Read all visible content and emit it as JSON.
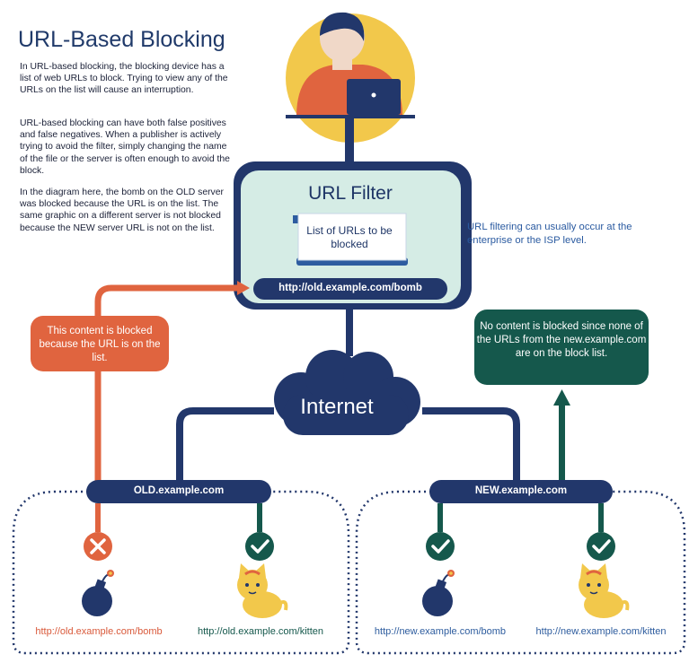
{
  "title": "URL-Based Blocking",
  "intro": {
    "p1": "In URL-based blocking, the blocking device has a list of web URLs to block. Trying to view any of the URLs on the list will cause an interruption.",
    "p2": "URL-based blocking can have both false positives and false negatives. When a publisher is actively trying to avoid the filter, simply changing the name of the file or the server is often enough to avoid the block.",
    "p3": "In the diagram here, the bomb on the OLD server was blocked because the URL is on the list. The same graphic on a different server is not blocked because the NEW server URL is not on the list."
  },
  "side_note": "URL filtering can usually occur at the enterprise or the ISP level.",
  "filter": {
    "title": "URL Filter",
    "list_label": "List of URLs to be blocked",
    "blocked_url": "http://old.example.com/bomb"
  },
  "internet_label": "Internet",
  "blocked_note": "This content is blocked because the URL is on the list.",
  "unblocked_note": "No content is blocked since none of the URLs from the new.example.com are on the block list.",
  "servers": {
    "old": {
      "host": "OLD.example.com",
      "bomb_url": "http://old.example.com/bomb",
      "kitten_url": "http://old.example.com/kitten"
    },
    "new": {
      "host": "NEW.example.com",
      "bomb_url": "http://new.example.com/bomb",
      "kitten_url": "http://new.example.com/kitten"
    }
  },
  "colors": {
    "navy": "#22376b",
    "filter_fill": "#d5ece5",
    "blocked_orange": "#e0643f",
    "allowed_green": "#15584c",
    "sun_yellow": "#f2c84b",
    "link_blue": "#2d5c9e"
  },
  "icons": [
    "user-at-laptop-icon",
    "list-document-icon",
    "cloud-icon",
    "blocked-x-icon",
    "allowed-check-icon",
    "bomb-icon",
    "kitten-icon"
  ]
}
